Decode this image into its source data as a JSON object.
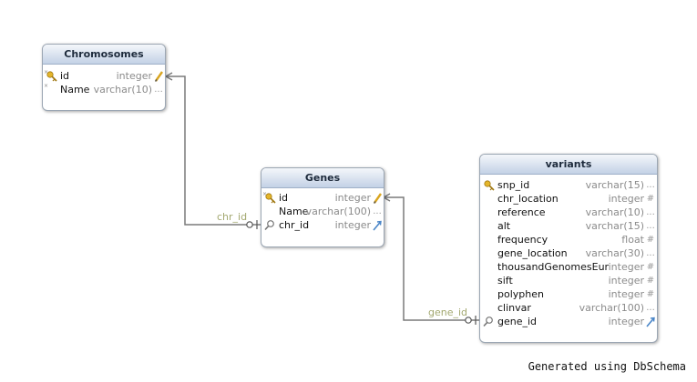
{
  "tables": {
    "chromosomes": {
      "name": "Chromosomes",
      "columns": [
        {
          "name": "id",
          "type": "integer",
          "pk": true,
          "flag": "pencil"
        },
        {
          "name": "Name",
          "type": "varchar(10)",
          "pk": false,
          "flag": "..."
        }
      ]
    },
    "genes": {
      "name": "Genes",
      "columns": [
        {
          "name": "id",
          "type": "integer",
          "pk": true,
          "flag": "pencil"
        },
        {
          "name": "Name",
          "type": "varchar(100)",
          "pk": false,
          "flag": "..."
        },
        {
          "name": "chr_id",
          "type": "integer",
          "pk": false,
          "fk": true,
          "flag": "link"
        }
      ]
    },
    "variants": {
      "name": "variants",
      "columns": [
        {
          "name": "snp_id",
          "type": "varchar(15)",
          "pk": true,
          "flag": "..."
        },
        {
          "name": "chr_location",
          "type": "integer",
          "flag": "#"
        },
        {
          "name": "reference",
          "type": "varchar(10)",
          "flag": "..."
        },
        {
          "name": "alt",
          "type": "varchar(15)",
          "flag": "..."
        },
        {
          "name": "frequency",
          "type": "float",
          "flag": "#"
        },
        {
          "name": "gene_location",
          "type": "varchar(30)",
          "flag": "..."
        },
        {
          "name": "thousandGenomesEur",
          "type": "integer",
          "flag": "#"
        },
        {
          "name": "sift",
          "type": "integer",
          "flag": "#"
        },
        {
          "name": "polyphen",
          "type": "integer",
          "flag": "#"
        },
        {
          "name": "clinvar",
          "type": "varchar(100)",
          "flag": "..."
        },
        {
          "name": "gene_id",
          "type": "integer",
          "fk": true,
          "flag": "link"
        }
      ]
    }
  },
  "relations": [
    {
      "label": "chr_id",
      "from": "Genes",
      "to": "Chromosomes"
    },
    {
      "label": "gene_id",
      "from": "variants",
      "to": "Genes"
    }
  ],
  "footer": "Generated using DbSchema",
  "colors": {
    "header_top": "#f4f7fb",
    "header_bottom": "#c3d1e6",
    "border": "#9ba6b3",
    "connector": "#7a7a7a",
    "label": "#a3a870",
    "key": "#d9a520"
  }
}
